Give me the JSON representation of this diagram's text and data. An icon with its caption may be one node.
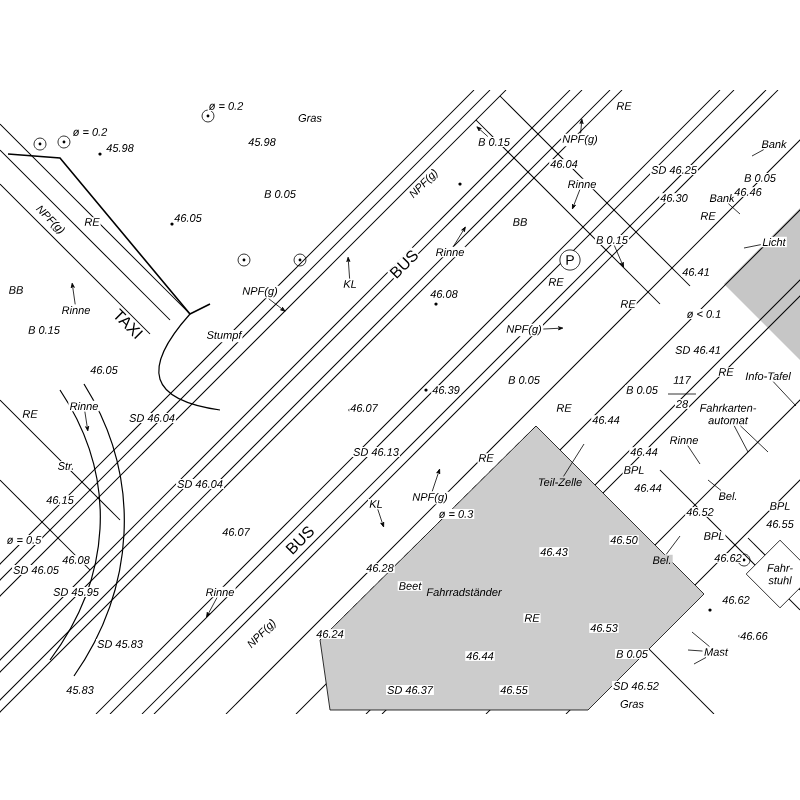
{
  "diagram": {
    "nodes": [
      {
        "text": [
          "Fahrradständer"
        ]
      },
      {
        "text": [
          "Fahr- stuhl"
        ]
      },
      {
        "text": [
          "P"
        ]
      },
      {
        "text": [
          "Rinne"
        ]
      },
      {
        "text": [
          "Rinne"
        ]
      },
      {
        "text": [
          "Rinne"
        ]
      },
      {
        "text": [
          "Rinne"
        ]
      },
      {
        "text": [
          "Rinne"
        ]
      },
      {
        "text": [
          "Rinne"
        ]
      },
      {
        "text": [
          "NPF(g)"
        ]
      },
      {
        "text": [
          "NPF(g)"
        ]
      },
      {
        "text": [
          "NPF(g)"
        ]
      },
      {
        "text": [
          "NPF(g)"
        ]
      },
      {
        "text": [
          "B 0.15"
        ]
      },
      {
        "text": [
          "B 0.15"
        ]
      },
      {
        "text": [
          "KL"
        ]
      },
      {
        "text": [
          "KL"
        ]
      },
      {
        "text": [
          "Bank"
        ]
      },
      {
        "text": [
          "Bank"
        ]
      },
      {
        "text": [
          "Licht"
        ]
      },
      {
        "text": [
          "Teil-Zelle"
        ],
        "in": 0
      },
      {
        "text": [
          "Bel."
        ],
        "in": 0
      },
      {
        "text": [
          "Bel."
        ]
      },
      {
        "text": [
          "Info-Tafel"
        ]
      },
      {
        "text": [
          "Fahrkarten- automat"
        ]
      },
      {
        "text": [
          "Mast"
        ]
      }
    ],
    "edges": [
      {
        "from": 3,
        "to": null,
        "arrow": "to"
      },
      {
        "from": 4,
        "to": null,
        "arrow": "to"
      },
      {
        "from": 5,
        "to": null,
        "arrow": "to"
      },
      {
        "from": 6,
        "to": null,
        "arrow": "to"
      },
      {
        "from": 7,
        "to": null,
        "arrow": "to"
      },
      {
        "from": 8,
        "to": null,
        "arrow": "none"
      },
      {
        "from": 9,
        "to": null,
        "arrow": "to"
      },
      {
        "from": 10,
        "to": null,
        "arrow": "to"
      },
      {
        "from": 11,
        "to": null,
        "arrow": "to"
      },
      {
        "from": 12,
        "to": null,
        "arrow": "to"
      },
      {
        "from": 13,
        "to": null,
        "arrow": "to"
      },
      {
        "from": 14,
        "to": null,
        "arrow": "to"
      },
      {
        "from": 15,
        "to": null,
        "arrow": "to"
      },
      {
        "from": 16,
        "to": null,
        "arrow": "to"
      },
      {
        "from": 17,
        "to": null,
        "arrow": "none"
      },
      {
        "from": 18,
        "to": null,
        "arrow": "none"
      },
      {
        "from": 19,
        "to": null,
        "arrow": "none"
      },
      {
        "from": 20,
        "to": null,
        "arrow": "none"
      },
      {
        "from": 21,
        "to": null,
        "arrow": "none"
      },
      {
        "from": 22,
        "to": null,
        "arrow": "none"
      },
      {
        "from": 23,
        "to": null,
        "arrow": "none"
      },
      {
        "from": 24,
        "to": null,
        "arrow": "none"
      },
      {
        "from": 24,
        "to": null,
        "arrow": "none"
      },
      {
        "from": 25,
        "to": null,
        "arrow": "none"
      },
      {
        "from": 25,
        "to": null,
        "arrow": "none"
      },
      {
        "from": 25,
        "to": null,
        "arrow": "none"
      }
    ],
    "labels": [
      "ø = 0.2",
      "Gras",
      "RE",
      "ø = 0.2",
      "45.98",
      "45.98",
      "SD 46.25",
      "B 0.05",
      "46.04",
      "NPF(g)",
      "46.46",
      "B 0.05",
      "46.30",
      "RE",
      "46.05",
      "RE",
      "NPF(g)",
      "BB",
      "BUS",
      "46.41",
      "RE",
      "BB",
      "46.08",
      "TAXI",
      "RE",
      "ø < 0.1",
      "Stumpf",
      "B 0.15",
      "B 0.05",
      "SD 46.41",
      "46.05",
      "RE",
      "117",
      "28",
      "46.39",
      "B 0.05",
      "46.07",
      "RE",
      "RE",
      "SD 46.04",
      "46.44",
      "46.44",
      "SD 46.13",
      "RE",
      "Str.",
      "BPL",
      "SD 46.04",
      "46.44",
      "46.15",
      "BPL",
      "46.52",
      "ø = 0.3",
      "46.55",
      "46.07",
      "BPL",
      "ø = 0.5",
      "46.50",
      "46.08",
      "BUS",
      "46.43",
      "SD 46.05",
      "46.62",
      "46.28",
      "Beet",
      "SD 45.95",
      "46.62",
      "RE",
      "NPF(g)",
      "46.53",
      "46.24",
      "46.66",
      "SD 45.83",
      "B 0.05",
      "46.44",
      "SD 46.52",
      "SD 46.37",
      "45.83",
      "46.55",
      "Gras"
    ]
  }
}
